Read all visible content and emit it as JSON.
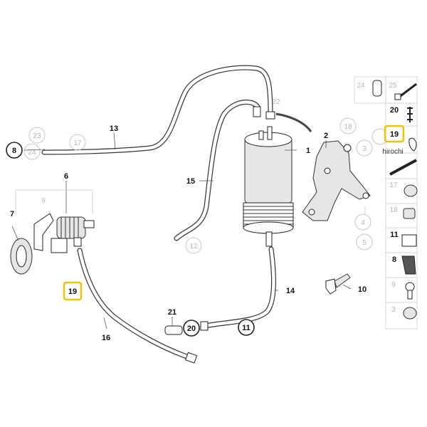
{
  "watermark": "hirochi",
  "callouts": {
    "c1": "1",
    "c2": "2",
    "c3": "3",
    "c4": "4",
    "c5": "5",
    "c6": "6",
    "c7": "7",
    "c8": "8",
    "c9": "9",
    "c10": "10",
    "c11": "11",
    "c12": "12",
    "c13": "13",
    "c14": "14",
    "c15": "15",
    "c16": "16",
    "c17": "17",
    "c18": "18",
    "c19": "19",
    "c20": "20",
    "c21": "21",
    "c22": "22",
    "c23": "23",
    "c24": "24"
  },
  "side_panel": {
    "rows": [
      "24",
      "25",
      "20",
      "19",
      "",
      "17",
      "18",
      "11",
      "8",
      "9",
      "3"
    ]
  },
  "highlight_color": "#f2c200"
}
